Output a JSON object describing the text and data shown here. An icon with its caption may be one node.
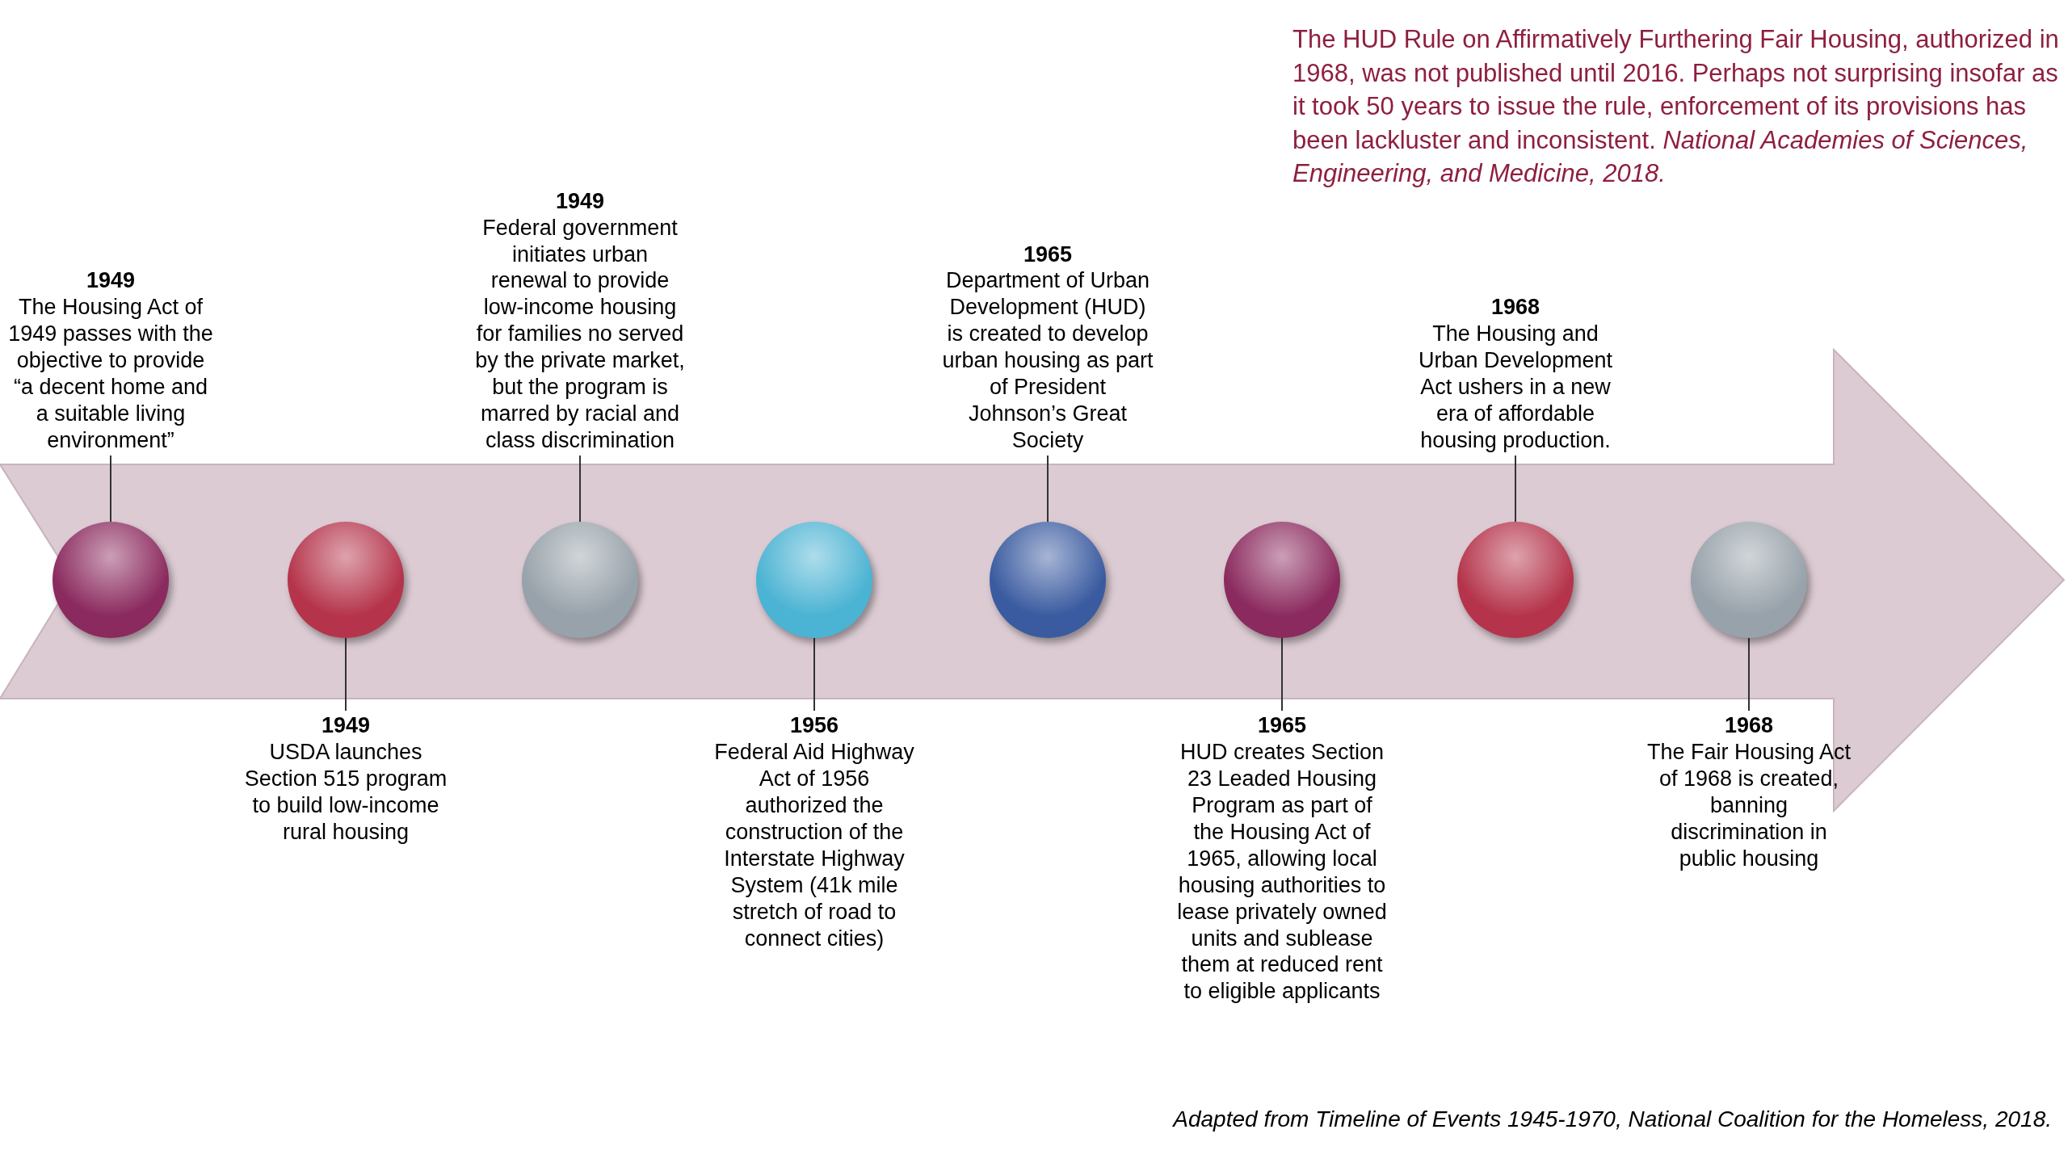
{
  "diagram": {
    "caption": "Adapted from Timeline of Events 1945-1970, National Coalition for the Homeless, 2018.",
    "nodes": [
      {
        "text": [
          "1949",
          "The Housing Act of 1949 passes with the objective to provide “a decent home and a suitable living environment”"
        ]
      },
      {
        "text": [],
        "shape": "circle"
      },
      {
        "text": [
          "1949",
          "USDA launches Section 515 program to build low-income rural housing"
        ]
      },
      {
        "text": [],
        "shape": "circle"
      },
      {
        "text": [
          "1949",
          "Federal government initiates urban renewal to provide low-income housing for families no served by the private market, but the program is marred by racial and class discrimination"
        ]
      },
      {
        "text": [],
        "shape": "circle"
      },
      {
        "text": [
          "1956",
          "Federal Aid Highway Act of 1956 authorized the construction of the Interstate Highway System (41k mile stretch of road to connect cities)"
        ]
      },
      {
        "text": [],
        "shape": "circle"
      },
      {
        "text": [
          "1965",
          "Department of Urban Development (HUD) is created to develop urban housing as part of President Johnson’s Great Society"
        ]
      },
      {
        "text": [],
        "shape": "circle"
      },
      {
        "text": [
          "1965",
          "HUD creates Section 23 Leaded Housing Program as part of the Housing Act of 1965, allowing local housing authorities to lease privately owned units and sublease them at reduced rent to eligible applicants"
        ]
      },
      {
        "text": [],
        "shape": "circle"
      },
      {
        "text": [
          "1968",
          "The Housing and Urban Development Act ushers in a new era of affordable housing production."
        ]
      },
      {
        "text": [],
        "shape": "circle"
      },
      {
        "text": [
          "1968",
          "The Fair Housing Act of 1968 is created, banning discrimination in public housing"
        ]
      },
      {
        "text": [],
        "shape": "circle"
      }
    ],
    "edges": [
      {
        "from": 0,
        "to": 1,
        "arrow": "none"
      },
      {
        "from": 2,
        "to": 3,
        "arrow": "none"
      },
      {
        "from": 4,
        "to": 5,
        "arrow": "none"
      },
      {
        "from": 6,
        "to": 7,
        "arrow": "none"
      },
      {
        "from": 8,
        "to": 9,
        "arrow": "none"
      },
      {
        "from": 10,
        "to": 11,
        "arrow": "none"
      },
      {
        "from": 12,
        "to": 13,
        "arrow": "none"
      },
      {
        "from": 14,
        "to": 15,
        "arrow": "none"
      }
    ],
    "labels": [
      "The HUD Rule on Affirmatively Furthering Fair Housing, authorized in 1968, was not published until 2016. Perhaps not surprising insofar as it took 50 years to issue the rule, enforcement of its provisions has been lackluster and inconsistent.  *National Academies of Sciences, Engineering, and Medicine, 2018.*"
    ]
  }
}
